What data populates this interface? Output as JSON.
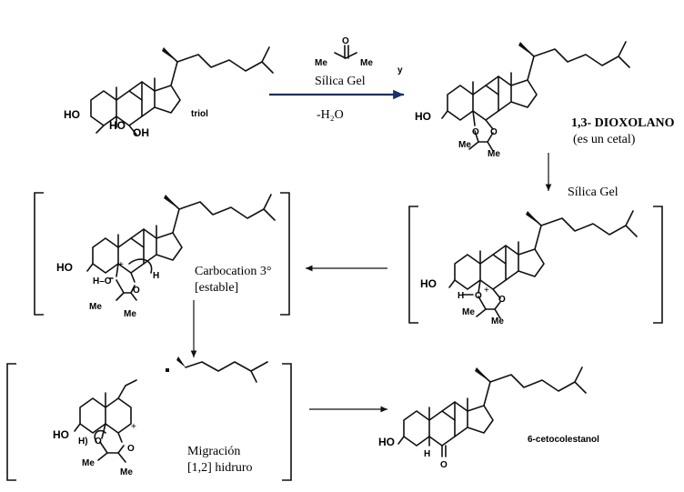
{
  "reagents": {
    "carbonyl_left": "Me",
    "carbonyl_right": "Me",
    "carbonyl_o": "O",
    "silica_top": "Sílica Gel",
    "water": "-H₂O",
    "and": "y",
    "silica_right": "Sílica Gel"
  },
  "labels": {
    "triol": "triol",
    "ho": "HO",
    "oh": "OH",
    "h": "H",
    "me": "Me",
    "o": "O",
    "h_o": "H–O",
    "h_ring": "H",
    "h2_label": "H)",
    "dioxolano": "1,3- DIOXOLANO",
    "cetal": "(es un cetal)",
    "carbocation": "Carbocation 3°",
    "estable": "[estable]",
    "migracion": "Migración",
    "hidruro": "[1,2] hidruro",
    "product": "6-cetocolestanol"
  }
}
